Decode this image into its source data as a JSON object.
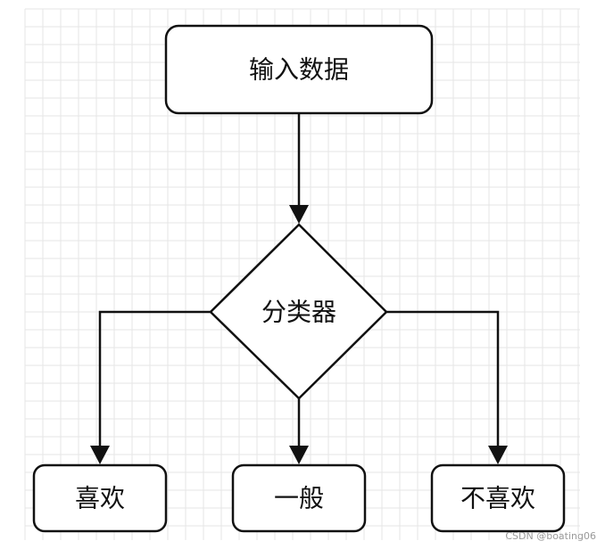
{
  "diagram": {
    "nodes": {
      "input": "输入数据",
      "classifier": "分类器",
      "like": "喜欢",
      "neutral": "一般",
      "dislike": "不喜欢"
    }
  },
  "watermark": "CSDN @boating06",
  "colors": {
    "stroke": "#111111",
    "grid": "#e6e6e6",
    "background": "#ffffff",
    "watermark": "#9a9a9a"
  }
}
